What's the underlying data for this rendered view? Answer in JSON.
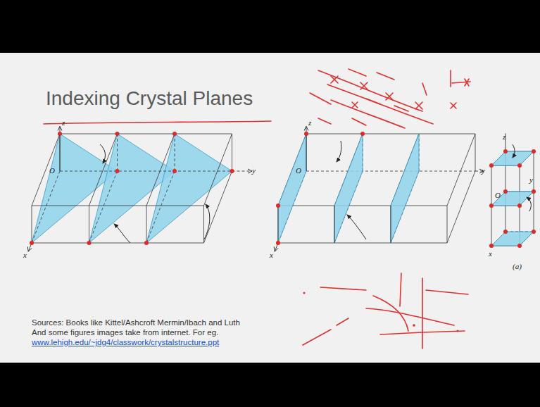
{
  "diagram": {
    "title": "Indexing Crystal Planes",
    "labels": [
      "z",
      "O",
      "y",
      "x",
      "z",
      "O",
      "y",
      "x",
      "z",
      "O",
      "y",
      "x",
      "(a)",
      "Sources: Books like Kittel/Ashcroft Mermin/Ibach and Luth",
      "And some figures images take from internet. For eg.",
      "www.lehigh.edu/~jdg4/classwork/crystalstructure.ppt"
    ]
  }
}
